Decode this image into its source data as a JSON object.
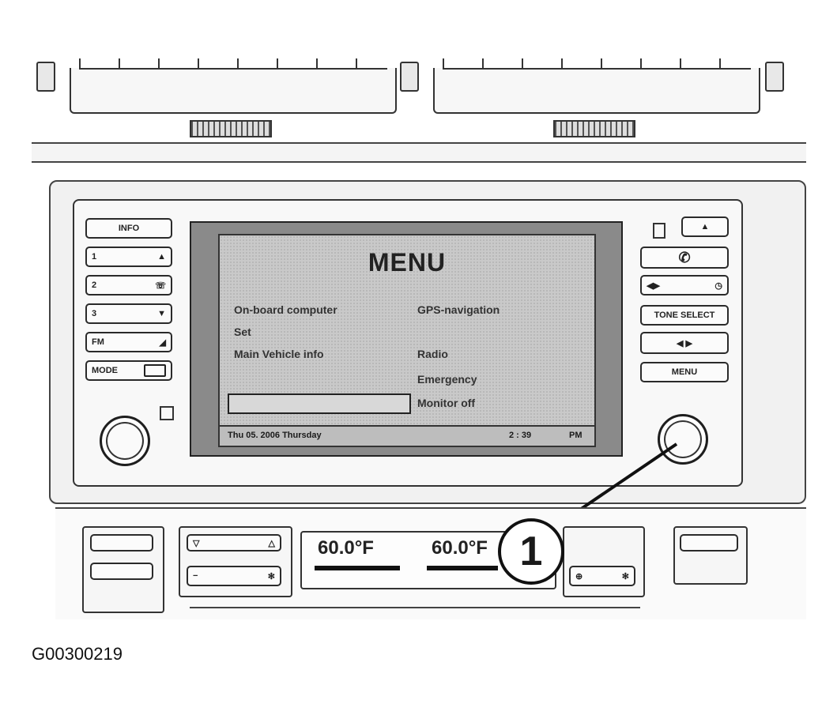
{
  "screen": {
    "title": "MENU",
    "items": {
      "left_1": "On-board computer",
      "left_2": "Set",
      "left_3": "Main  Vehicle info",
      "right_1": "GPS-navigation",
      "right_2": "Radio",
      "right_3": "Emergency",
      "right_4": "Monitor off"
    },
    "status_left": "Thu 05. 2006 Thursday",
    "status_time": "2 : 39",
    "status_ampm": "PM"
  },
  "left_buttons": [
    "INFO",
    "1",
    "2",
    "3",
    "FM",
    "MODE"
  ],
  "right_buttons": [
    "▲",
    "",
    "◀▶",
    "TONE SELECT",
    "◀   ▶",
    "MENU"
  ],
  "climate": {
    "left_temp": "60.0°F",
    "right_temp": "60.0°F"
  },
  "callout_number": "1",
  "figure_id": "G00300219"
}
